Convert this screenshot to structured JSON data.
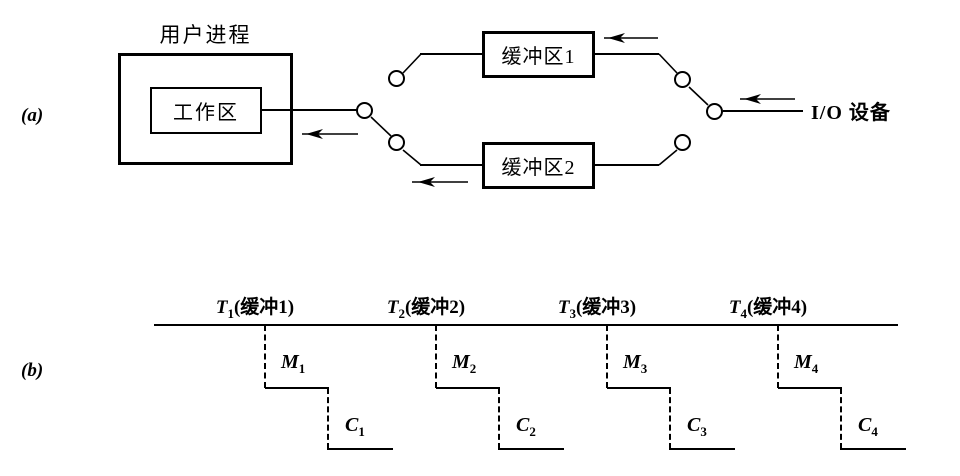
{
  "panel_a": {
    "label": "(a)",
    "user_process_title": "用户进程",
    "work_area": "工作区",
    "buffer1": "缓冲区1",
    "buffer2": "缓冲区2",
    "io_device": "I/O 设备"
  },
  "panel_b": {
    "label": "(b)",
    "units": [
      {
        "t": "T",
        "t_sub": "1",
        "t_rest": "(缓冲1)",
        "m": "M",
        "m_sub": "1",
        "c": "C",
        "c_sub": "1"
      },
      {
        "t": "T",
        "t_sub": "2",
        "t_rest": "(缓冲2)",
        "m": "M",
        "m_sub": "2",
        "c": "C",
        "c_sub": "2"
      },
      {
        "t": "T",
        "t_sub": "3",
        "t_rest": "(缓冲3)",
        "m": "M",
        "m_sub": "3",
        "c": "C",
        "c_sub": "3"
      },
      {
        "t": "T",
        "t_sub": "4",
        "t_rest": "(缓冲4)",
        "m": "M",
        "m_sub": "4",
        "c": "C",
        "c_sub": "4"
      }
    ]
  },
  "colors": {
    "line": "#000000",
    "background": "#ffffff"
  }
}
